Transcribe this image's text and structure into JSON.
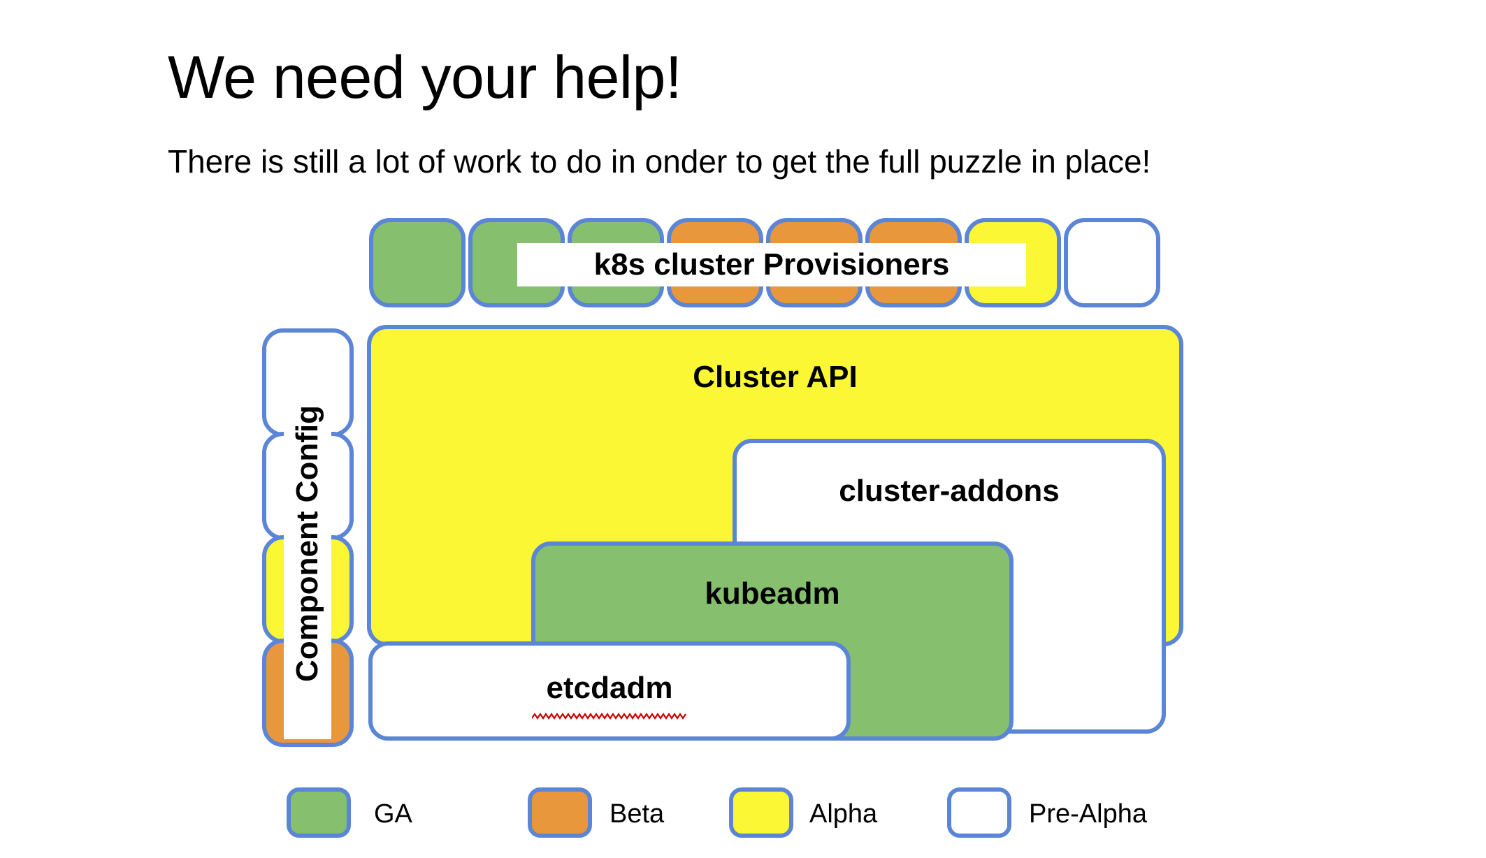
{
  "slide": {
    "title": "We need your help!",
    "subtitle": "There is still a lot of work to do in onder to get the full puzzle in place!"
  },
  "colors": {
    "ga": "#86c06f",
    "beta": "#e8973c",
    "alpha": "#fbf735",
    "pre_alpha": "#ffffff",
    "border": "#5b85d6",
    "spellcheck": "#cc0000"
  },
  "provisioners": {
    "label": "k8s cluster Provisioners",
    "boxes": [
      {
        "status": "GA"
      },
      {
        "status": "GA"
      },
      {
        "status": "GA"
      },
      {
        "status": "Beta"
      },
      {
        "status": "Beta"
      },
      {
        "status": "Beta"
      },
      {
        "status": "Alpha"
      },
      {
        "status": "Pre-Alpha"
      }
    ]
  },
  "component_config": {
    "label": "Component Config",
    "boxes": [
      {
        "status": "Pre-Alpha"
      },
      {
        "status": "Pre-Alpha"
      },
      {
        "status": "Alpha"
      },
      {
        "status": "Beta"
      }
    ]
  },
  "regions": [
    {
      "name": "Cluster API",
      "status": "Alpha"
    },
    {
      "name": "cluster-addons",
      "status": "Pre-Alpha"
    },
    {
      "name": "kubeadm",
      "status": "GA"
    },
    {
      "name": "etcdadm",
      "status": "Pre-Alpha",
      "spellcheck_underline": true
    }
  ],
  "legend": {
    "items": [
      {
        "label": "GA",
        "status": "GA"
      },
      {
        "label": "Beta",
        "status": "Beta"
      },
      {
        "label": "Alpha",
        "status": "Alpha"
      },
      {
        "label": "Pre-Alpha",
        "status": "Pre-Alpha"
      }
    ]
  }
}
